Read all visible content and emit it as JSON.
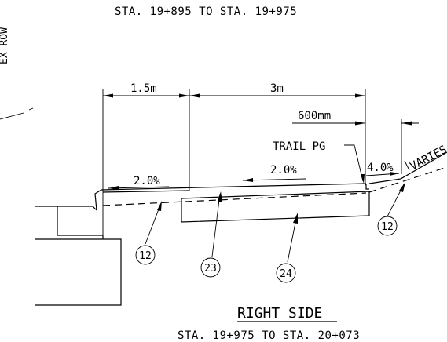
{
  "header": {
    "station_range": "STA. 19+895 TO STA. 19+975"
  },
  "left_margin_label": "EX ROW",
  "dimensions": {
    "width_left": "1.5m",
    "width_right": "3m",
    "offset": "600mm"
  },
  "labels": {
    "trail_pg": "TRAIL PG",
    "varies": "VARIES"
  },
  "slopes": {
    "left": "2.0%",
    "middle": "2.0%",
    "right": "4.0%"
  },
  "callouts": {
    "c12_left": "12",
    "c23": "23",
    "c24": "24",
    "c12_right": "12"
  },
  "footer": {
    "title": "RIGHT SIDE",
    "station_range": "STA. 19+975 TO STA. 20+073"
  }
}
